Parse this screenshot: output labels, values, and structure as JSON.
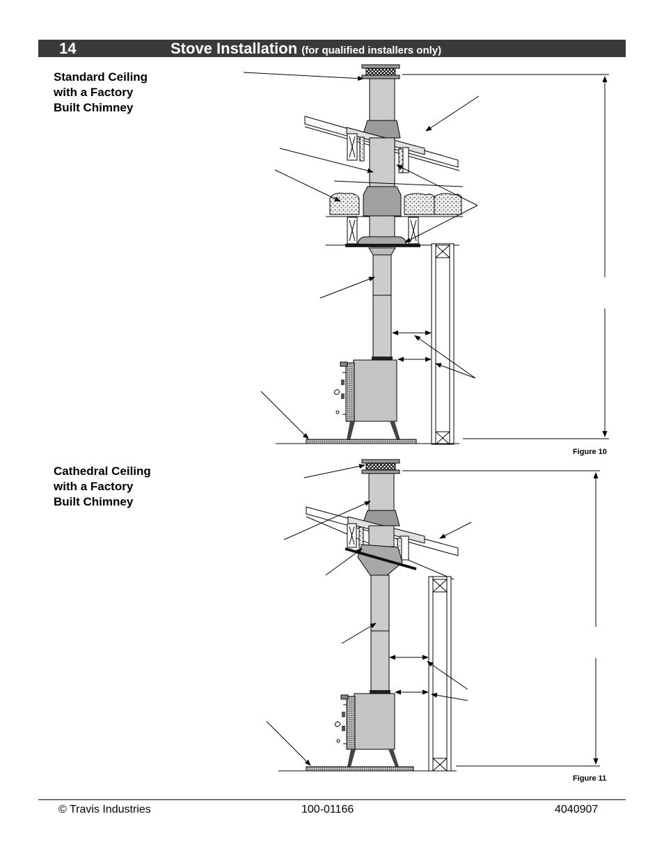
{
  "header": {
    "page_number": "14",
    "title": "Stove Installation",
    "subtitle": "(for qualified installers only)"
  },
  "sections": [
    {
      "heading_lines": [
        "Standard Ceiling",
        "with a Factory",
        "Built Chimney"
      ],
      "figure_label": "Figure 10"
    },
    {
      "heading_lines": [
        "Cathedral Ceiling",
        "with a Factory",
        "Built Chimney"
      ],
      "figure_label": "Figure 11"
    }
  ],
  "footer": {
    "copyright": "© Travis Industries",
    "part_number": "100-01166",
    "doc_code": "4040907"
  },
  "colors": {
    "header_bg": "#3a3a3a",
    "pipe_fill": "#c8c8c8",
    "pipe_dark": "#9a9a9a",
    "insulation_fill": "#e6e6e6"
  }
}
